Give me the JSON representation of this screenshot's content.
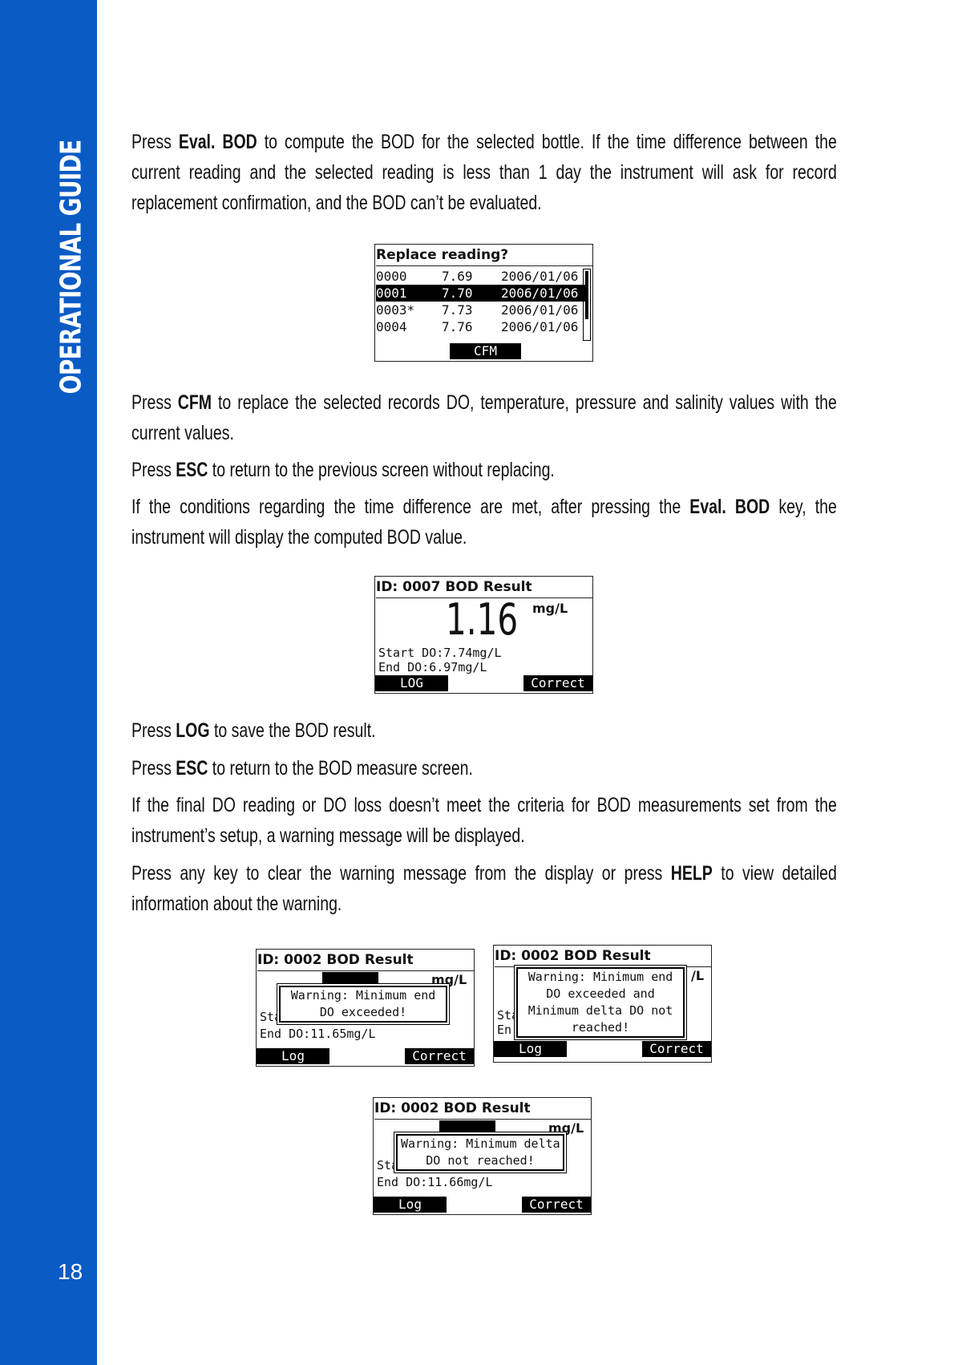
{
  "sidebar": {
    "section_title": "OPERATIONAL GUIDE",
    "page_number": "18",
    "color": "#0a5bc4"
  },
  "paragraphs": {
    "p1": {
      "a": "Press ",
      "b": "Eval. BOD",
      "c": " to compute the BOD for the selected bottle. If the time difference between the current reading and the selected reading is less than 1 day the instrument will ask for record replacement confirmation, and the BOD can’t be evaluated."
    },
    "p2": {
      "a": "Press ",
      "b": "CFM",
      "c": " to replace the selected records DO, temperature, pressure and salinity values with the current values."
    },
    "p3": {
      "a": "Press ",
      "b": "ESC",
      "c": " to return to the previous screen without replacing."
    },
    "p4": {
      "a": "If the conditions regarding the time difference are met, after pressing the ",
      "b": "Eval. BOD",
      "c": " key, the instrument will display the computed BOD value."
    },
    "p5": {
      "a": "Press ",
      "b": "LOG",
      "c": " to save the BOD result."
    },
    "p6": {
      "a": "Press ",
      "b": "ESC",
      "c": " to return to the BOD measure screen."
    },
    "p7": {
      "a": "If the final DO reading or DO loss doesn’t meet the criteria for BOD measurements set from the instrument’s setup, a warning message will be displayed."
    },
    "p8": {
      "a": "Press any key to clear the warning message from the display or press ",
      "b": "HELP",
      "c": " to view detailed information about the warning."
    }
  },
  "screen_replace": {
    "title": "Replace reading?",
    "rows": [
      {
        "id": "0000",
        "value": "7.69",
        "date": "2006/01/06"
      },
      {
        "id": "0001",
        "value": "7.70",
        "date": "2006/01/06"
      },
      {
        "id": "0003*",
        "value": "7.73",
        "date": "2006/01/06"
      },
      {
        "id": "0004",
        "value": "7.76",
        "date": "2006/01/06"
      }
    ],
    "softkey": "CFM"
  },
  "screen_result": {
    "title": "ID: 0007  BOD Result",
    "value": "1.16",
    "unit": "mg/L",
    "start": "Start DO:7.74mg/L",
    "end": "End DO:6.97mg/L",
    "left_key": "LOG",
    "right_key": "Correct"
  },
  "warn1": {
    "title": "ID: 0002  BOD Result",
    "unit": "mg/L",
    "partial_start": "Sta",
    "end": "End DO:11.65mg/L",
    "msg1": "Warning: Minimum end",
    "msg2": "DO exceeded!",
    "left_key": "Log",
    "right_key": "Correct"
  },
  "warn2": {
    "title": "ID: 0002  BOD Result",
    "unit": "/L",
    "partial_start": "Sta",
    "partial_end": "En",
    "msg1": "Warning: Minimum end",
    "msg2": "DO exceeded and",
    "msg3": "Minimum delta DO not",
    "msg4": "reached!",
    "left_key": "Log",
    "right_key": "Correct"
  },
  "warn3": {
    "title": "ID: 0002  BOD Result",
    "unit": "mg/L",
    "partial_start": "Sta",
    "end": "End DO:11.66mg/L",
    "msg1": "Warning: Minimum delta",
    "msg2": "DO not reached!",
    "left_key": "Log",
    "right_key": "Correct"
  }
}
